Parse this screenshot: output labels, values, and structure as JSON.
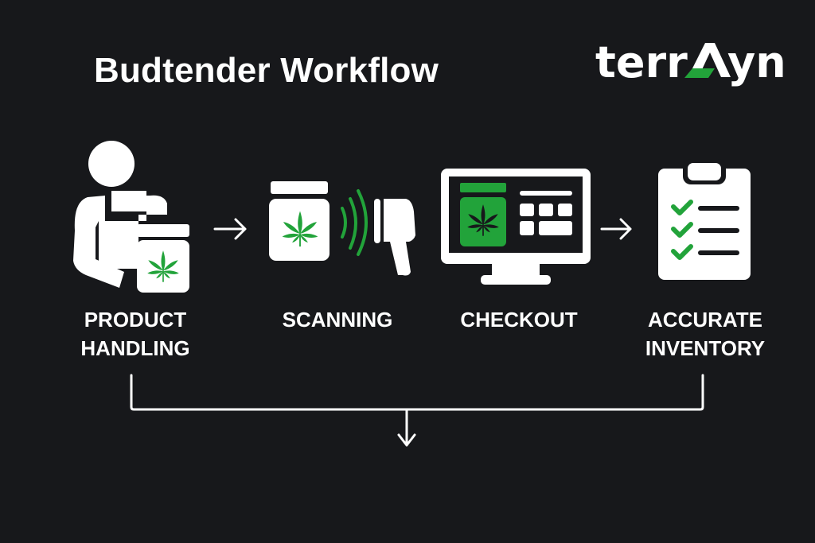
{
  "header": {
    "title": "Budtender Workflow"
  },
  "brand": {
    "logo_left": "terr",
    "logo_right": "yn",
    "logo_full": "terrAyn",
    "accent_color": "#22a33a",
    "text_color": "#ffffff"
  },
  "colors": {
    "background": "#17181b",
    "foreground": "#ffffff",
    "green": "#22a33a",
    "dark": "#17181b"
  },
  "steps": [
    {
      "id": "product-handling",
      "label": "PRODUCT\nHANDLING",
      "icon": "budtender-with-jar-icon"
    },
    {
      "id": "scanning",
      "label": "SCANNING",
      "icon": "jar-barcode-scanner-icon"
    },
    {
      "id": "checkout",
      "label": "CHECKOUT",
      "icon": "pos-monitor-icon"
    },
    {
      "id": "accurate-inventory",
      "label": "ACCURATE\nINVENTORY",
      "icon": "checklist-clipboard-icon"
    }
  ],
  "connectors": {
    "between_steps": [
      "arrow-right",
      "none",
      "arrow-right"
    ],
    "bottom": "bracket-to-down-arrow"
  }
}
